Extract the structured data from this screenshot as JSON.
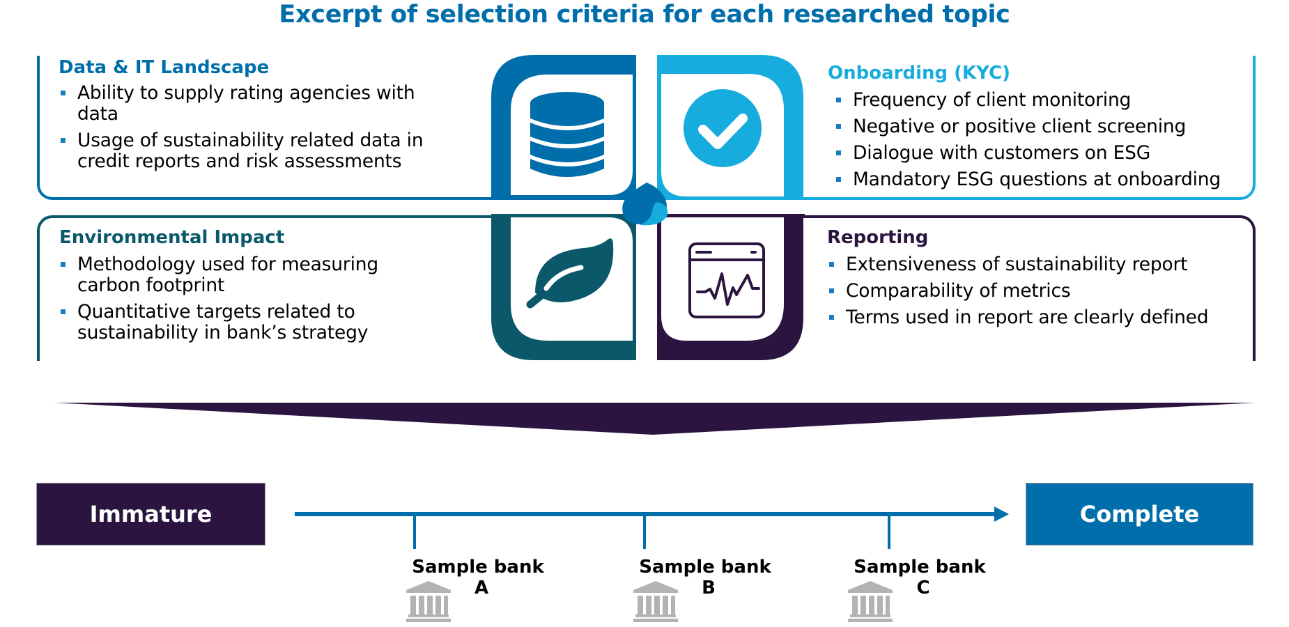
{
  "title": "Excerpt of selection criteria for each researched topic",
  "colors": {
    "title": "#006eab",
    "data_it": "#006eab",
    "onboarding": "#16acdd",
    "environmental": "#0b586b",
    "reporting": "#2b1540",
    "bullet": "#1a7bbd",
    "immature": "#2b1540",
    "complete": "#006eab",
    "bank_icon": "#b3b3b3"
  },
  "topics": {
    "data_it": {
      "heading": "Data & IT Landscape",
      "icon": "database-icon",
      "criteria": [
        {
          "line1": "Ability to supply rating agencies with",
          "line2": "data"
        },
        {
          "line1": "Usage of sustainability related data in",
          "line2": "credit reports and risk assessments"
        }
      ]
    },
    "onboarding": {
      "heading": "Onboarding (KYC)",
      "icon": "checkmark-circle-icon",
      "criteria": [
        "Frequency of client monitoring",
        "Negative or positive client screening",
        "Dialogue with customers on ESG",
        "Mandatory ESG questions at onboarding"
      ]
    },
    "environmental": {
      "heading": "Environmental Impact",
      "icon": "leaf-icon",
      "criteria": [
        {
          "line1": "Methodology used for measuring",
          "line2": "carbon footprint"
        },
        {
          "line1": "Quantitative targets related to",
          "line2": "sustainability in bank’s strategy"
        }
      ]
    },
    "reporting": {
      "heading": "Reporting",
      "icon": "report-monitor-icon",
      "criteria": [
        "Extensiveness of sustainability report",
        "Comparability of metrics",
        "Terms used in report are clearly defined"
      ]
    }
  },
  "center_logo": "drop-logo-icon",
  "scale": {
    "start_label": "Immature",
    "end_label": "Complete",
    "banks": [
      {
        "name": "Sample bank",
        "letter": "A",
        "icon": "bank-icon"
      },
      {
        "name": "Sample bank",
        "letter": "B",
        "icon": "bank-icon"
      },
      {
        "name": "Sample bank",
        "letter": "C",
        "icon": "bank-icon"
      }
    ]
  }
}
